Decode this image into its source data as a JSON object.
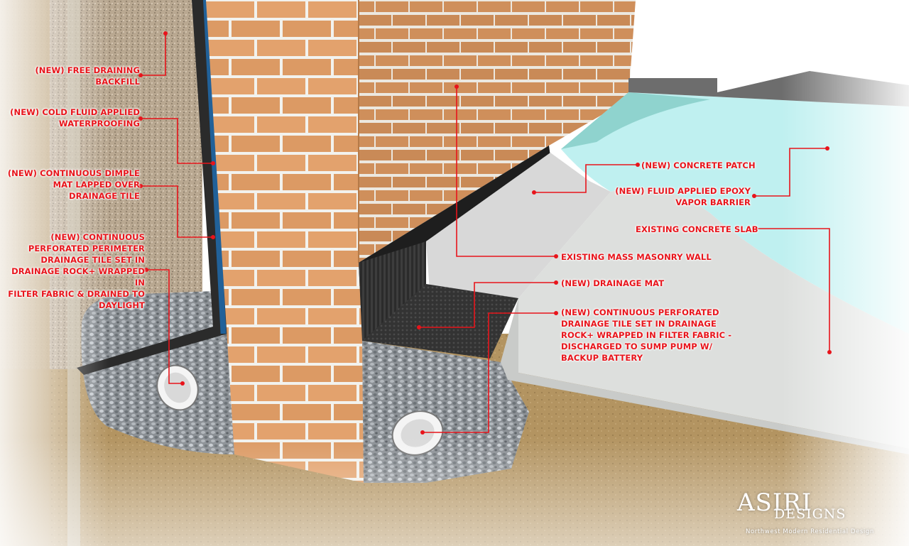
{
  "labels": {
    "backfill": "(NEW) FREE DRAINING\nBACKFILL",
    "waterproofing": "(NEW) COLD FLUID APPLIED\nWATERPROOFING",
    "dimple_mat": "(NEW) CONTINUOUS DIMPLE\nMAT LAPPED OVER\nDRAINAGE TILE",
    "perimeter_tile": "(NEW) CONTINUOUS\nPERFORATED PERIMETER\nDRAINAGE TILE SET IN\nDRAINAGE ROCK+ WRAPPED IN\nFILTER FABRIC & DRAINED TO\nDAYLIGHT",
    "concrete_patch": "(NEW) CONCRETE PATCH",
    "epoxy_barrier": "(NEW) FLUID APPLIED EPOXY\nVAPOR BARRIER",
    "existing_slab": "EXISTING CONCRETE SLAB",
    "masonry_wall": "EXISTING MASS MASONRY WALL",
    "drainage_mat": "(NEW) DRAINAGE MAT",
    "interior_tile": "(NEW) CONTINUOUS PERFORATED\nDRAINAGE TILE SET IN DRAINAGE\nROCK+ WRAPPED IN FILTER FABRIC -\nDISCHARGED TO SUMP PUMP W/\nBACKUP BATTERY"
  },
  "brand": {
    "name": "ASIRI",
    "sub": "DESIGNS",
    "tagline": "Northwest  Modern  Residential  Design"
  },
  "colors": {
    "callout": "#e8141b",
    "brick": "#e0a06b",
    "mortar": "#f2f2ee",
    "slab": "#d9dcda",
    "epoxy": "#bff0f0",
    "soil": "#b4925e",
    "gravel": "#9a9ea2",
    "membrane": "#2a2a2a"
  }
}
